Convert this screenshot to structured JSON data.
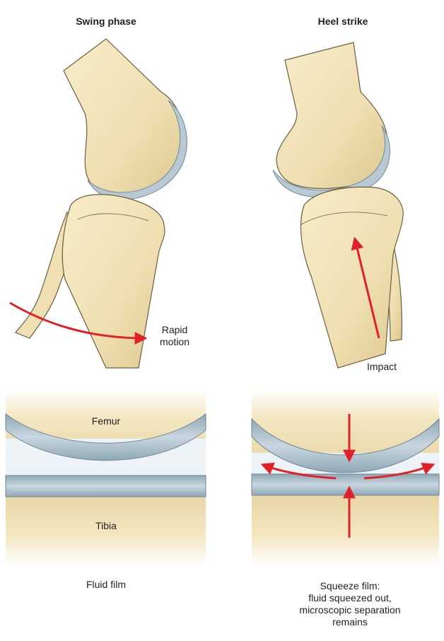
{
  "titles": {
    "left": "Swing phase",
    "right": "Heel strike"
  },
  "labels": {
    "rapid_line1": "Rapid",
    "rapid_line2": "motion",
    "impact": "Impact",
    "femur": "Femur",
    "tibia": "Tibia",
    "fluid_film": "Fluid film",
    "squeeze_line1": "Squeeze film:",
    "squeeze_line2": "fluid squeezed out,",
    "squeeze_line3": "microscopic separation",
    "squeeze_line4": "remains"
  },
  "colors": {
    "bone": "#f1e3b9",
    "bone_shadow": "#d7c28c",
    "outline": "#6b5d3e",
    "cartilage": "#b9c9d4",
    "cartilage_edge": "#6f8797",
    "fluid": "#eef3f7",
    "arrow": "#e02127"
  }
}
